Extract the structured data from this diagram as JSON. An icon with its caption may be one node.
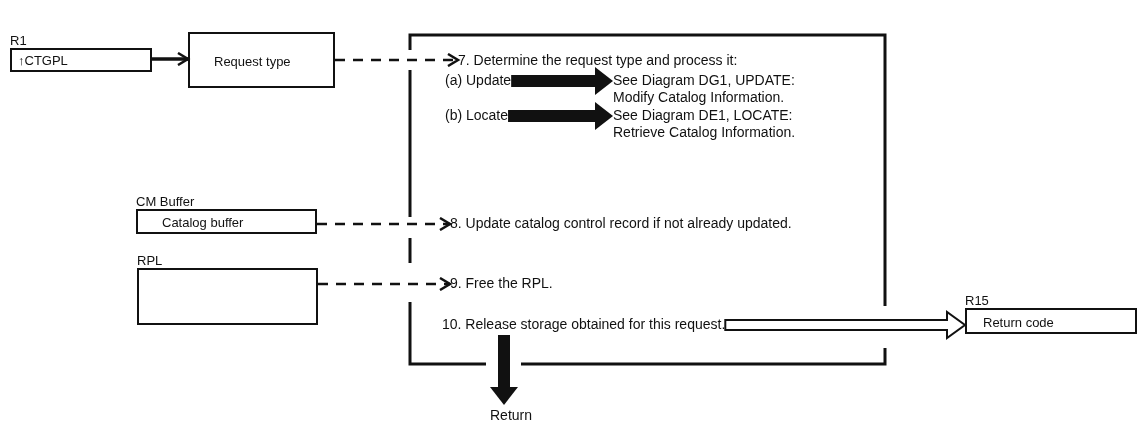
{
  "diagram": {
    "nodes": [
      {
        "text": [
          "R1",
          "↑CTGPL"
        ]
      },
      {
        "text": [
          "Request type"
        ]
      },
      {
        "text": [],
        "shape": "box"
      },
      {
        "text": [
          "7. Determine the request type and process it:"
        ],
        "in": 2
      },
      {
        "text": [
          "(a) Update"
        ],
        "in": 2
      },
      {
        "text": [
          "See Diagram DG1, UPDATE: Modify Catalog Information."
        ],
        "in": 2
      },
      {
        "text": [
          "(b) Locate"
        ],
        "in": 2
      },
      {
        "text": [
          "See Diagram DE1, LOCATE: Retrieve Catalog Information."
        ],
        "in": 2
      },
      {
        "text": [
          "8. Update catalog control record if not already updated."
        ],
        "in": 2
      },
      {
        "text": [
          "9. Free the RPL."
        ],
        "in": 2
      },
      {
        "text": [
          "10. Release storage obtained for this request."
        ],
        "in": 2
      },
      {
        "text": [
          "CM Buffer",
          "Catalog buffer"
        ]
      },
      {
        "text": [
          "RPL"
        ]
      },
      {
        "text": [
          "R15",
          "Return code"
        ]
      },
      {
        "text": [
          "Return"
        ]
      }
    ],
    "edges": [
      {
        "from": 0,
        "to": 1,
        "arrow": "to"
      },
      {
        "from": 1,
        "to": 3,
        "arrow": "to",
        "style": "dashed"
      },
      {
        "from": 4,
        "to": 5,
        "arrow": "to",
        "style": "thick"
      },
      {
        "from": 6,
        "to": 7,
        "arrow": "to",
        "style": "thick"
      },
      {
        "from": 11,
        "to": 8,
        "arrow": "to",
        "style": "dashed"
      },
      {
        "from": 12,
        "to": 9,
        "arrow": "to",
        "style": "dashed"
      },
      {
        "from": 10,
        "to": 13,
        "arrow": "to",
        "style": "thick"
      },
      {
        "from": 10,
        "to": 14,
        "arrow": "to",
        "style": "thick"
      }
    ]
  }
}
